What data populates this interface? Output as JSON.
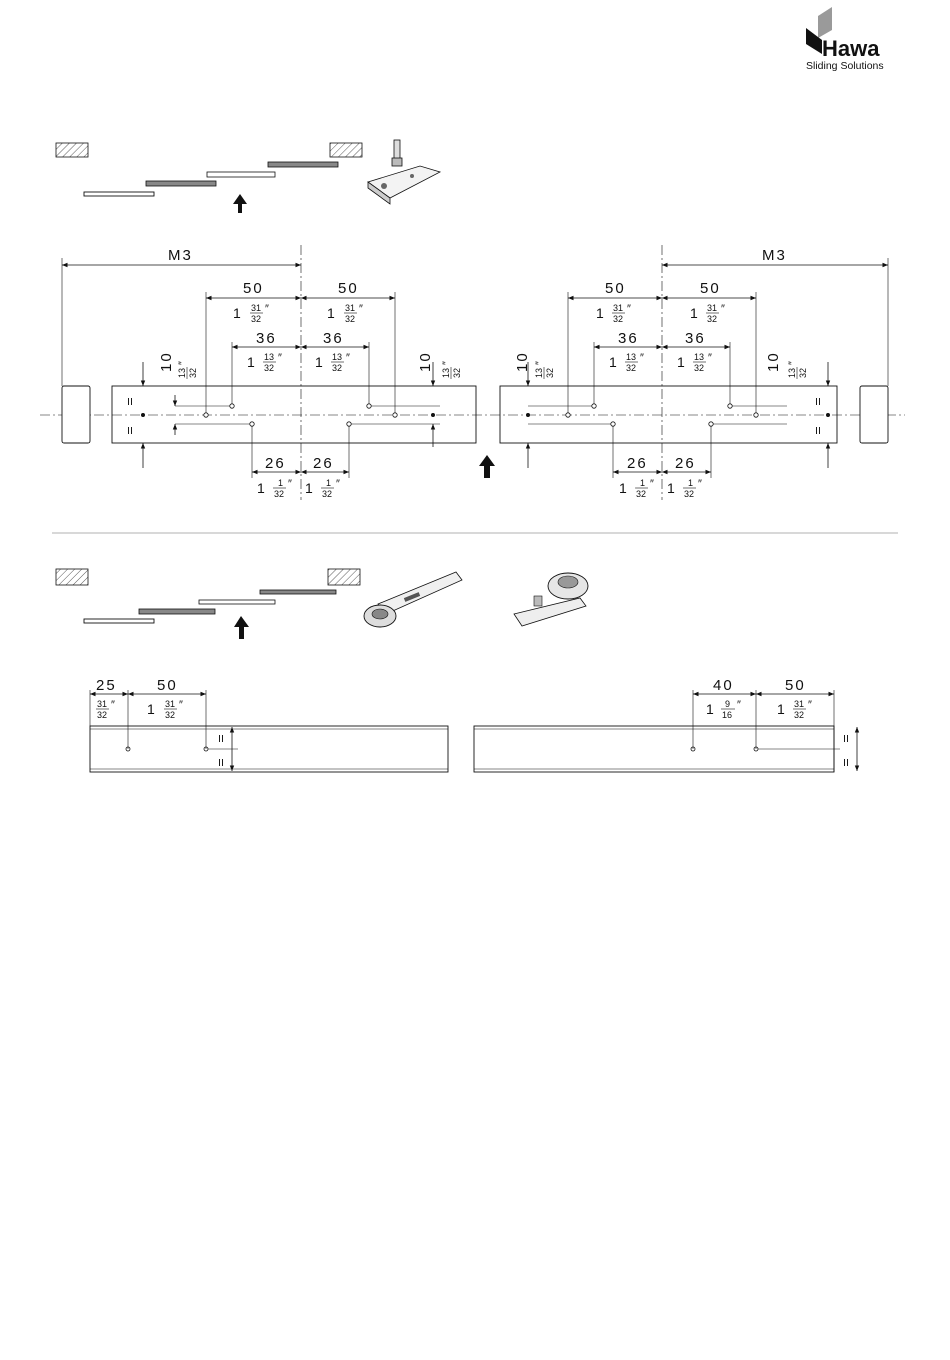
{
  "brand": {
    "name": "Hawa",
    "tagline": "Sliding Solutions"
  },
  "section1": {
    "wall_width": "M3",
    "left": {
      "mm_50": "50",
      "in_50_whole": "1",
      "in_50_num": "31",
      "in_50_den": "32",
      "mm_36": "36",
      "in_36_whole": "1",
      "in_36_num": "13",
      "in_36_den": "32",
      "mm_26": "26",
      "in_26_whole": "1",
      "in_26_num": "1",
      "in_26_den": "32",
      "mm_10": "10",
      "in_10_num": "13",
      "in_10_den": "32"
    },
    "equal_mark": "II"
  },
  "section2": {
    "left": {
      "mm_25": "25",
      "in_25_num": "31",
      "in_25_den": "32",
      "mm_50": "50",
      "in_50_whole": "1",
      "in_50_num": "31",
      "in_50_den": "32"
    },
    "right": {
      "mm_40": "40",
      "in_40_whole": "1",
      "in_40_num": "9",
      "in_40_den": "16",
      "mm_50": "50",
      "in_50_whole": "1",
      "in_50_num": "31",
      "in_50_den": "32"
    },
    "equal_mark": "II"
  },
  "colors": {
    "ink": "#111111",
    "logo_grey": "#9a9a9a"
  }
}
